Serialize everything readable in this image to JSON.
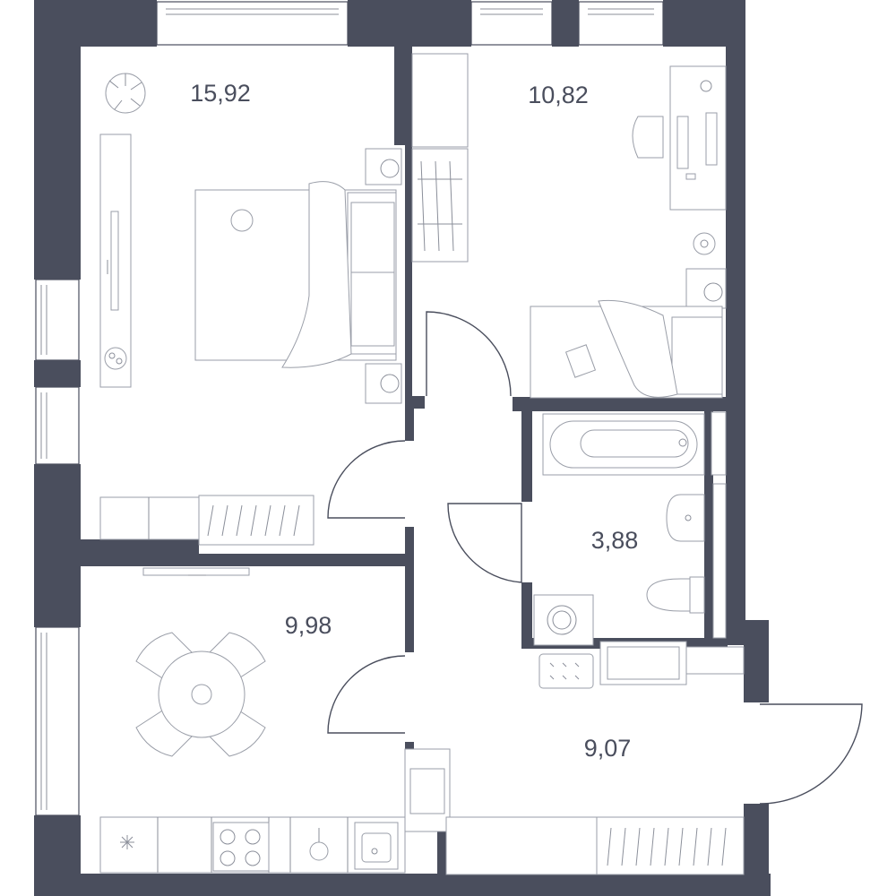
{
  "rooms": [
    {
      "id": "bedroom",
      "area": "15,92"
    },
    {
      "id": "kids-room",
      "area": "10,82"
    },
    {
      "id": "bathroom",
      "area": "3,88"
    },
    {
      "id": "kitchen",
      "area": "9,98"
    },
    {
      "id": "hallway",
      "area": "9,07"
    }
  ],
  "colors": {
    "wall": "#4a4e5d",
    "furniture_line": "#9a9ea8",
    "background": "#ffffff"
  }
}
